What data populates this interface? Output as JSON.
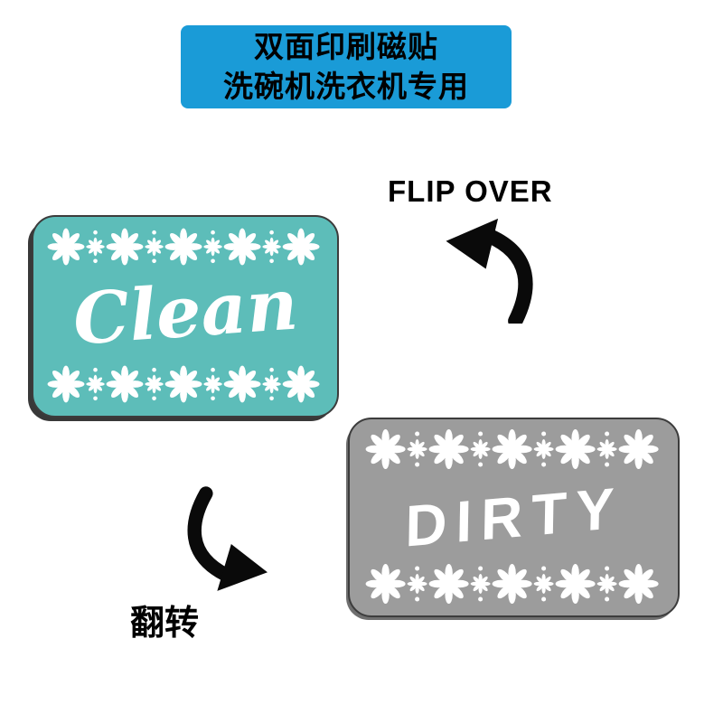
{
  "banner": {
    "line1": "双面印刷磁贴",
    "line2": "洗碗机洗衣机专用"
  },
  "flip": {
    "label_en": "FLIP OVER",
    "label_zh": "翻转"
  },
  "magnets": {
    "clean": {
      "label": "Clean"
    },
    "dirty": {
      "label": "DIRTY"
    }
  },
  "icons": {
    "arrow_up": "curved-flip-arrow-up-left",
    "arrow_down": "curved-flip-arrow-down-right",
    "ornament": "floral-damask-border"
  },
  "colors": {
    "banner_blue": "#1a9bd7",
    "banner_text": "#000000",
    "clean_teal": "#5dbdb9",
    "dirty_gray": "#9c9c9c",
    "arrow_black": "#0a0a0a",
    "ornament_white": "#ffffff"
  }
}
